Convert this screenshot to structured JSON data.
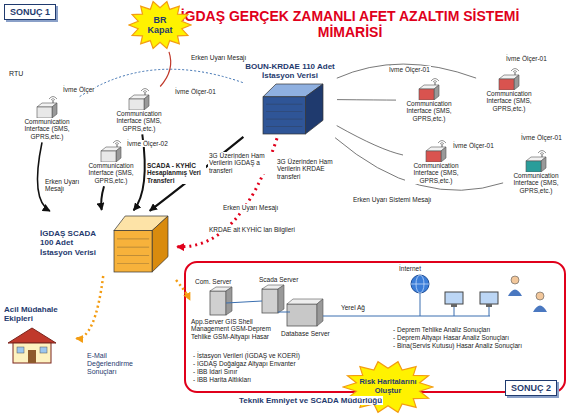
{
  "diagram": {
    "title": "İGDAŞ GERÇEK ZAMANLI AFET AZALTIM SİSTEMİ MİMARİSİ",
    "nodes": [
      {
        "text": [
          "SONUÇ 1"
        ]
      },
      {
        "text": [
          "BR Kapat"
        ]
      },
      {
        "text": [
          "Communication Interface (SMS, GPRS,etc.)"
        ]
      },
      {
        "text": [
          "Communication Interface (SMS, GPRS,etc.)"
        ]
      },
      {
        "text": [
          "Communication Interface (SMS, GPRS,etc.)"
        ]
      },
      {
        "text": [
          "BOUN-KRDAE 110 Adet İstasyon Verisi"
        ]
      },
      {
        "text": [
          "Communication Interface (SMS, GPRS,etc.)"
        ]
      },
      {
        "text": [
          "Communication Interface (SMS, GPRS,etc.)"
        ]
      },
      {
        "text": [
          "Communication Interface (SMS, GPRS,etc.)"
        ]
      },
      {
        "text": [
          "Communication Interface (SMS, GPRS,etc.)"
        ]
      },
      {
        "text": [
          "İGDAŞ SCADA 100 Adet İstasyon Verisi"
        ]
      },
      {
        "text": [
          "Acil Müdahale Ekipleri"
        ]
      },
      {
        "text": [
          "Risk Haritalarını Oluştur"
        ]
      },
      {
        "text": [
          "SONUÇ 2"
        ]
      }
    ],
    "edges": [
      {
        "from": 2,
        "to": 10,
        "arrow": "to"
      },
      {
        "from": 3,
        "to": 10,
        "arrow": "to"
      },
      {
        "from": 4,
        "to": 10,
        "arrow": "to"
      },
      {
        "from": 5,
        "to": 10,
        "arrow": "to"
      },
      {
        "from": 5,
        "to": 10,
        "arrow": "to"
      },
      {
        "from": 2,
        "to": 5,
        "arrow": "none"
      },
      {
        "from": 3,
        "to": 1,
        "arrow": "none"
      },
      {
        "from": 6,
        "to": 5,
        "arrow": "none"
      },
      {
        "from": 7,
        "to": 5,
        "arrow": "none"
      },
      {
        "from": 8,
        "to": 5,
        "arrow": "none"
      },
      {
        "from": 9,
        "to": 5,
        "arrow": "none"
      },
      {
        "from": 10,
        "to": 11,
        "arrow": "to"
      }
    ],
    "labels": [
      "RTU",
      "Erken Uyarı Mesajı",
      "İvme Ölçer",
      "İvme Ölçer-01",
      "İvme Ölçer-02",
      "İvme Ölçer-01",
      "İvme Ölçer-01",
      "İvme Ölçer-01",
      "İvme Ölçer-01",
      "Erken Uyarı Sistemi Mesajı",
      "SCADA - KYHİC Hesaplanmış Veri Transferi",
      "3G Üzerinden Ham Verilerin İGDAŞ a transferi",
      "3G Üzerinden Ham Verilerin KRDAE transferi",
      "Erken Uyarı Mesajı",
      "KRDAE ait KYHİC lan Bilgileri",
      "Erken Uyarı Mesajı",
      "E-Mail Değerlendirme Sonuçları",
      "Com. Server",
      "Scada Server",
      "İnternet",
      "Yerel Ağ",
      "App.Server GIS Shell Management GSM-Deprem Tehlike GSM-Altyapı Hasar",
      "Database Server",
      "- İstasyon Verileri (İGDAŞ ve KOERİ)",
      "- İGDAŞ Doğalgaz Altyapı Envanter",
      "- İBB İdari Sınır",
      "- İBB Harita Altlıkları",
      "- Deprem Tehlike Analiz Sonuçları",
      "- Deprem Altyapı Hasar Analiz Sonuçları",
      "- Bina(Servis Kutusu) Hasar Analiz Sonuçları",
      "Teknik Emniyet ve SCADA Müdürlüğü"
    ]
  }
}
